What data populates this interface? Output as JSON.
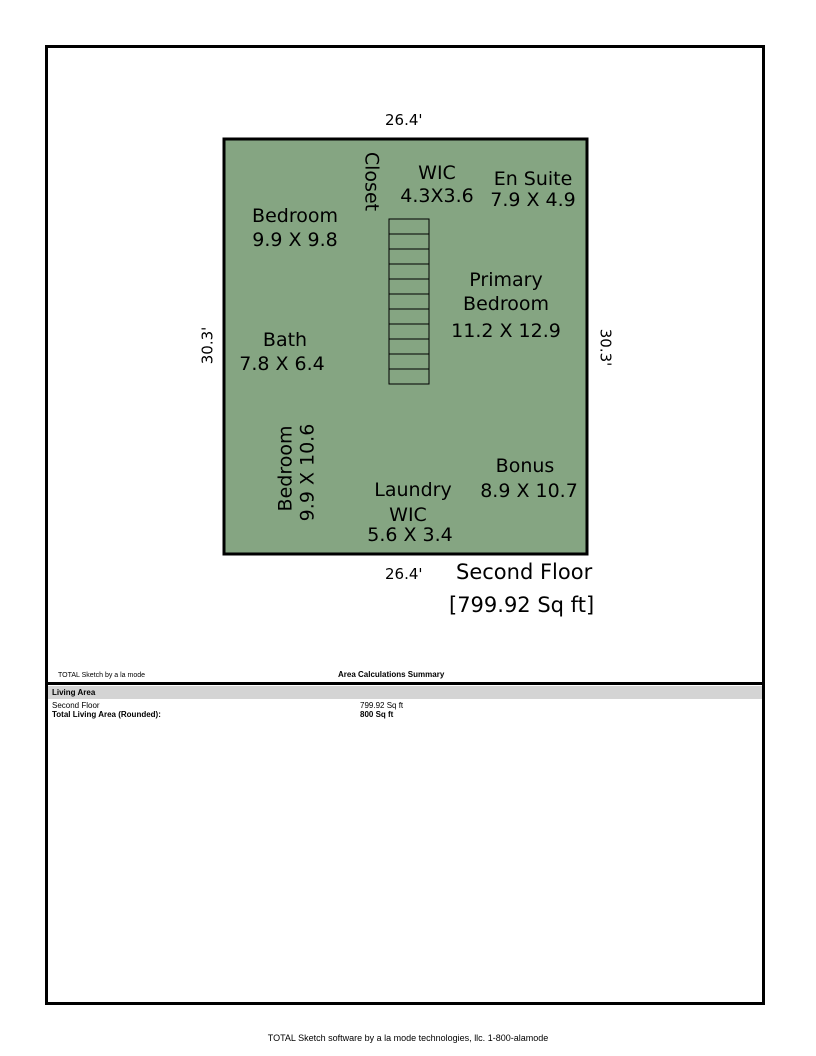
{
  "plan": {
    "fill_color": "#85a582",
    "dimensions": {
      "top": "26.4'",
      "bottom": "26.4'",
      "left": "30.3'",
      "right": "30.3'"
    },
    "rooms": {
      "closet": "Closet",
      "wic_top": {
        "name": "WIC",
        "size": "4.3X3.6"
      },
      "en_suite": {
        "name": "En Suite",
        "size": "7.9 X 4.9"
      },
      "bedroom_top": {
        "name": "Bedroom",
        "size": "9.9 X 9.8"
      },
      "primary": {
        "name1": "Primary",
        "name2": "Bedroom",
        "size": "11.2 X 12.9"
      },
      "bath": {
        "name": "Bath",
        "size": "7.8 X 6.4"
      },
      "bedroom_bottom": {
        "name": "Bedroom",
        "size": "9.9 X 10.6"
      },
      "bonus": {
        "name": "Bonus",
        "size": "8.9 X 10.7"
      },
      "laundry": "Laundry",
      "wic_bottom": {
        "name": "WIC",
        "size": "5.6 X 3.4"
      }
    },
    "floor_label": "Second Floor",
    "floor_area": "[799.92 Sq ft]",
    "stair_steps": 11
  },
  "summary": {
    "software_small": "TOTAL Sketch by a la mode",
    "title": "Area Calculations Summary",
    "section": "Living Area",
    "row_label": "Second Floor",
    "row_value": "799.92 Sq ft",
    "total_label": "Total Living Area (Rounded):",
    "total_value": "800 Sq ft"
  },
  "footer": "TOTAL Sketch software by a la mode technologies, llc. 1-800-alamode"
}
